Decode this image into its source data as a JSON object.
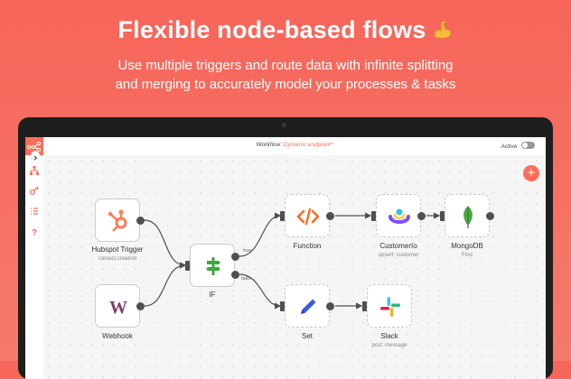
{
  "hero": {
    "title": "Flexible node-based flows",
    "subtitle_line1": "Use multiple triggers and route data with infinite splitting",
    "subtitle_line2": "and merging to accurately model your processes & tasks"
  },
  "app": {
    "workflow_prefix": "Workflow:",
    "workflow_name": "Dynamic endpoint*",
    "active_label": "Active:",
    "add_symbol": "+"
  },
  "nodes": {
    "hubspot": {
      "label": "Hubspot Trigger",
      "sub": "contact.creation"
    },
    "webhook": {
      "label": "Webhook"
    },
    "if": {
      "label": "IF",
      "true_label": "true",
      "false_label": "false"
    },
    "function": {
      "label": "Function"
    },
    "set": {
      "label": "Set"
    },
    "customerio": {
      "label": "CustomerIo",
      "sub": "upsert: customer"
    },
    "slack": {
      "label": "Slack",
      "sub": "post: message"
    },
    "mongodb": {
      "label": "MongoDB",
      "sub": "Find"
    }
  },
  "colors": {
    "brand": "#ff6d5a",
    "hubspot": "#ff7a59",
    "webhook": "#7d3f71",
    "if": "#3aa93a",
    "function": "#ff6d1b",
    "set": "#3b5bdb",
    "customerio": "#7b4fff",
    "mongodb": "#4aa840"
  }
}
